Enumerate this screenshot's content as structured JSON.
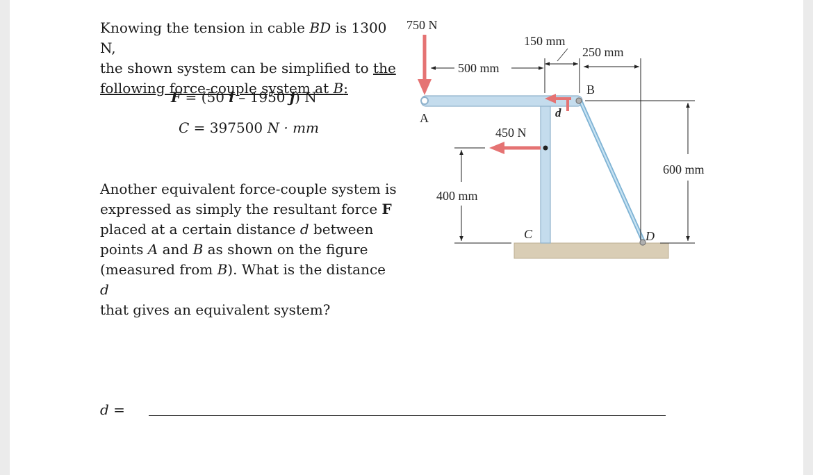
{
  "problem": {
    "line1_pre": "Knowing the tension in cable ",
    "line1_var": "BD",
    "line1_post": " is 1300 N,",
    "line2_pre": "the shown system can be simplified to ",
    "line2_u": "the",
    "line3_u": "following force-couple system at ",
    "line3_var": "B",
    "line3_end": ":",
    "para2_a": "Another equivalent force-couple system is",
    "para2_b_pre": "expressed as simply the resultant force ",
    "para2_b_bold": "F",
    "para2_c_pre": "placed at a certain distance ",
    "para2_c_var": "d",
    "para2_c_post": " between",
    "para2_d_pre": "points ",
    "para2_d_var1": "A",
    "para2_d_mid": " and ",
    "para2_d_var2": "B",
    "para2_d_post": " as shown on the figure",
    "para2_e_pre": "(measured from ",
    "para2_e_var": "B",
    "para2_e_post": "). What is the distance ",
    "para2_e_var2": "d",
    "para2_f": "that gives an equivalent system?"
  },
  "equations": {
    "force_lhs": "F",
    "force_eq": " = (50 ",
    "force_i": "i",
    "force_mid": " – 1950 ",
    "force_j": "j",
    "force_end": ") N",
    "couple_lhs": "C",
    "couple_eq": " = 397500 ",
    "couple_units": "N · mm"
  },
  "answer": {
    "label": "d ="
  },
  "figure": {
    "force_top": "750 N",
    "force_mid": "450 N",
    "dim_500": "500 mm",
    "dim_150": "150 mm",
    "dim_250": "250 mm",
    "dim_600": "600 mm",
    "dim_400": "400 mm",
    "label_A": "A",
    "label_B": "B",
    "label_C": "C",
    "label_D": "D",
    "label_d": "d",
    "colors": {
      "member": "#c4dced",
      "member_edge": "#8fb2cc",
      "cable": "#9ccbe6",
      "force": "#e57373",
      "ground": "#d9cdb5"
    }
  }
}
